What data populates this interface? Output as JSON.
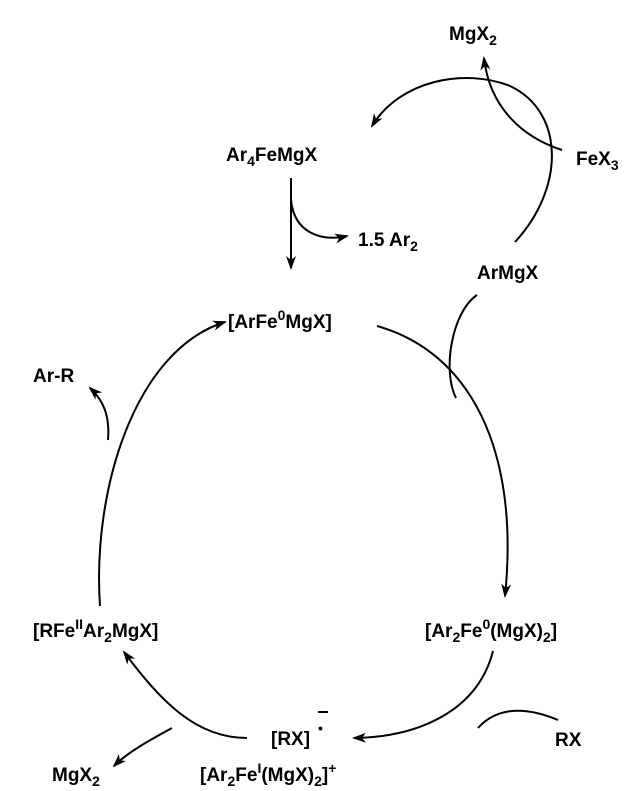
{
  "labels": {
    "mgx2_top": {
      "main": "MgX",
      "sub": "2"
    },
    "fex3": {
      "main": "FeX",
      "sub": "3"
    },
    "ar4femgx": {
      "pre": "Ar",
      "sub": "4",
      "post": "FeMgX"
    },
    "ar2_byproduct": {
      "pre": "1.5 Ar",
      "sub": "2"
    },
    "armgx": "ArMgX",
    "arfe0mgx": {
      "pre": "[ArFe",
      "sup": "0",
      "post": "MgX]"
    },
    "ar_r": "Ar-R",
    "ar2fe0": {
      "a": "[Ar",
      "sub1": "2",
      "b": "Fe",
      "sup": "0",
      "c": "(MgX)",
      "sub2": "2",
      "d": "]"
    },
    "rfe2": {
      "a": "[RFe",
      "sup": "II",
      "b": "Ar",
      "sub": "2",
      "c": "MgX]"
    },
    "rx_radical": {
      "text": "[RX]",
      "charge": "•"
    },
    "rx": "RX",
    "ar2fe1": {
      "a": "[Ar",
      "sub1": "2",
      "b": "Fe",
      "sup": "I",
      "c": "(MgX)",
      "sub2": "2",
      "d": "]",
      "charge": "+"
    },
    "mgx2_bottom": {
      "main": "MgX",
      "sub": "2"
    }
  }
}
